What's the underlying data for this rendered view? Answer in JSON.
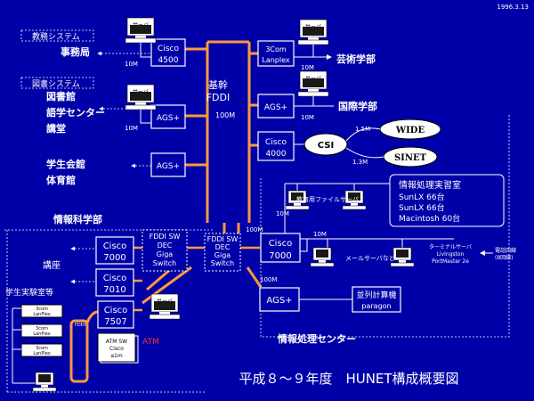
{
  "date": "1996.3.13",
  "title": "平成８～９年度　HUNET構成概要図",
  "left_labels": {
    "kyomu": "教務システム",
    "jimukyoku": "事務局",
    "tosho": "図書システム",
    "toshokan": "図書館",
    "gogaku": "語学センター",
    "kodo": "講堂",
    "gakuseikaikan": "学生会館",
    "taiikukan": "体育館"
  },
  "kikan": "基幹",
  "fddi": "FDDI",
  "server": "サーバ",
  "faculty": {
    "geijutsu": "芸術学部",
    "kokusai": "国際学部",
    "joho": "情報科学部"
  },
  "joho_center": "情報処理センター",
  "kouza": "講座",
  "gakusei_lab": "学生実験室等",
  "devices": {
    "cisco4500": [
      "Cisco",
      "4500"
    ],
    "c3com": [
      "3Com",
      "Lanplex"
    ],
    "ags": "AGS+",
    "cisco4000": [
      "Cisco",
      "4000"
    ],
    "cisco7000": [
      "Cisco",
      "7000"
    ],
    "cisco7010": [
      "Cisco",
      "7010"
    ],
    "cisco7507": [
      "Cisco",
      "7507"
    ],
    "fddisw": [
      "FDDI SW",
      "DEC",
      "Giga",
      "Switch"
    ],
    "lanplex": [
      "3com",
      "LanPlex"
    ],
    "atmsw": [
      "ATM  SW",
      "Cisco",
      "a1m"
    ],
    "fddi_small": "FDDI",
    "atm": "ATM"
  },
  "speeds": {
    "m10": "10M",
    "m100": "100M",
    "m15": "1.5M",
    "m13": "1.3M"
  },
  "wan": {
    "csi": "CSI",
    "wide": "WIDE",
    "sinet": "SINET"
  },
  "lab_info": [
    "情報処理実習室",
    "SunLX 66台",
    "SunLX 66台",
    "Macintosh 60台"
  ],
  "servers_center": {
    "edu_file": "教育用ファイルサーバ",
    "mail": "メールサーバなど",
    "terminal": [
      "ターミナルサーバ",
      "Livingston",
      "PortMaster 2e"
    ],
    "phone": [
      "電話回線",
      "(8回線)"
    ]
  },
  "parallel": [
    "並列計算機",
    "paragon"
  ]
}
